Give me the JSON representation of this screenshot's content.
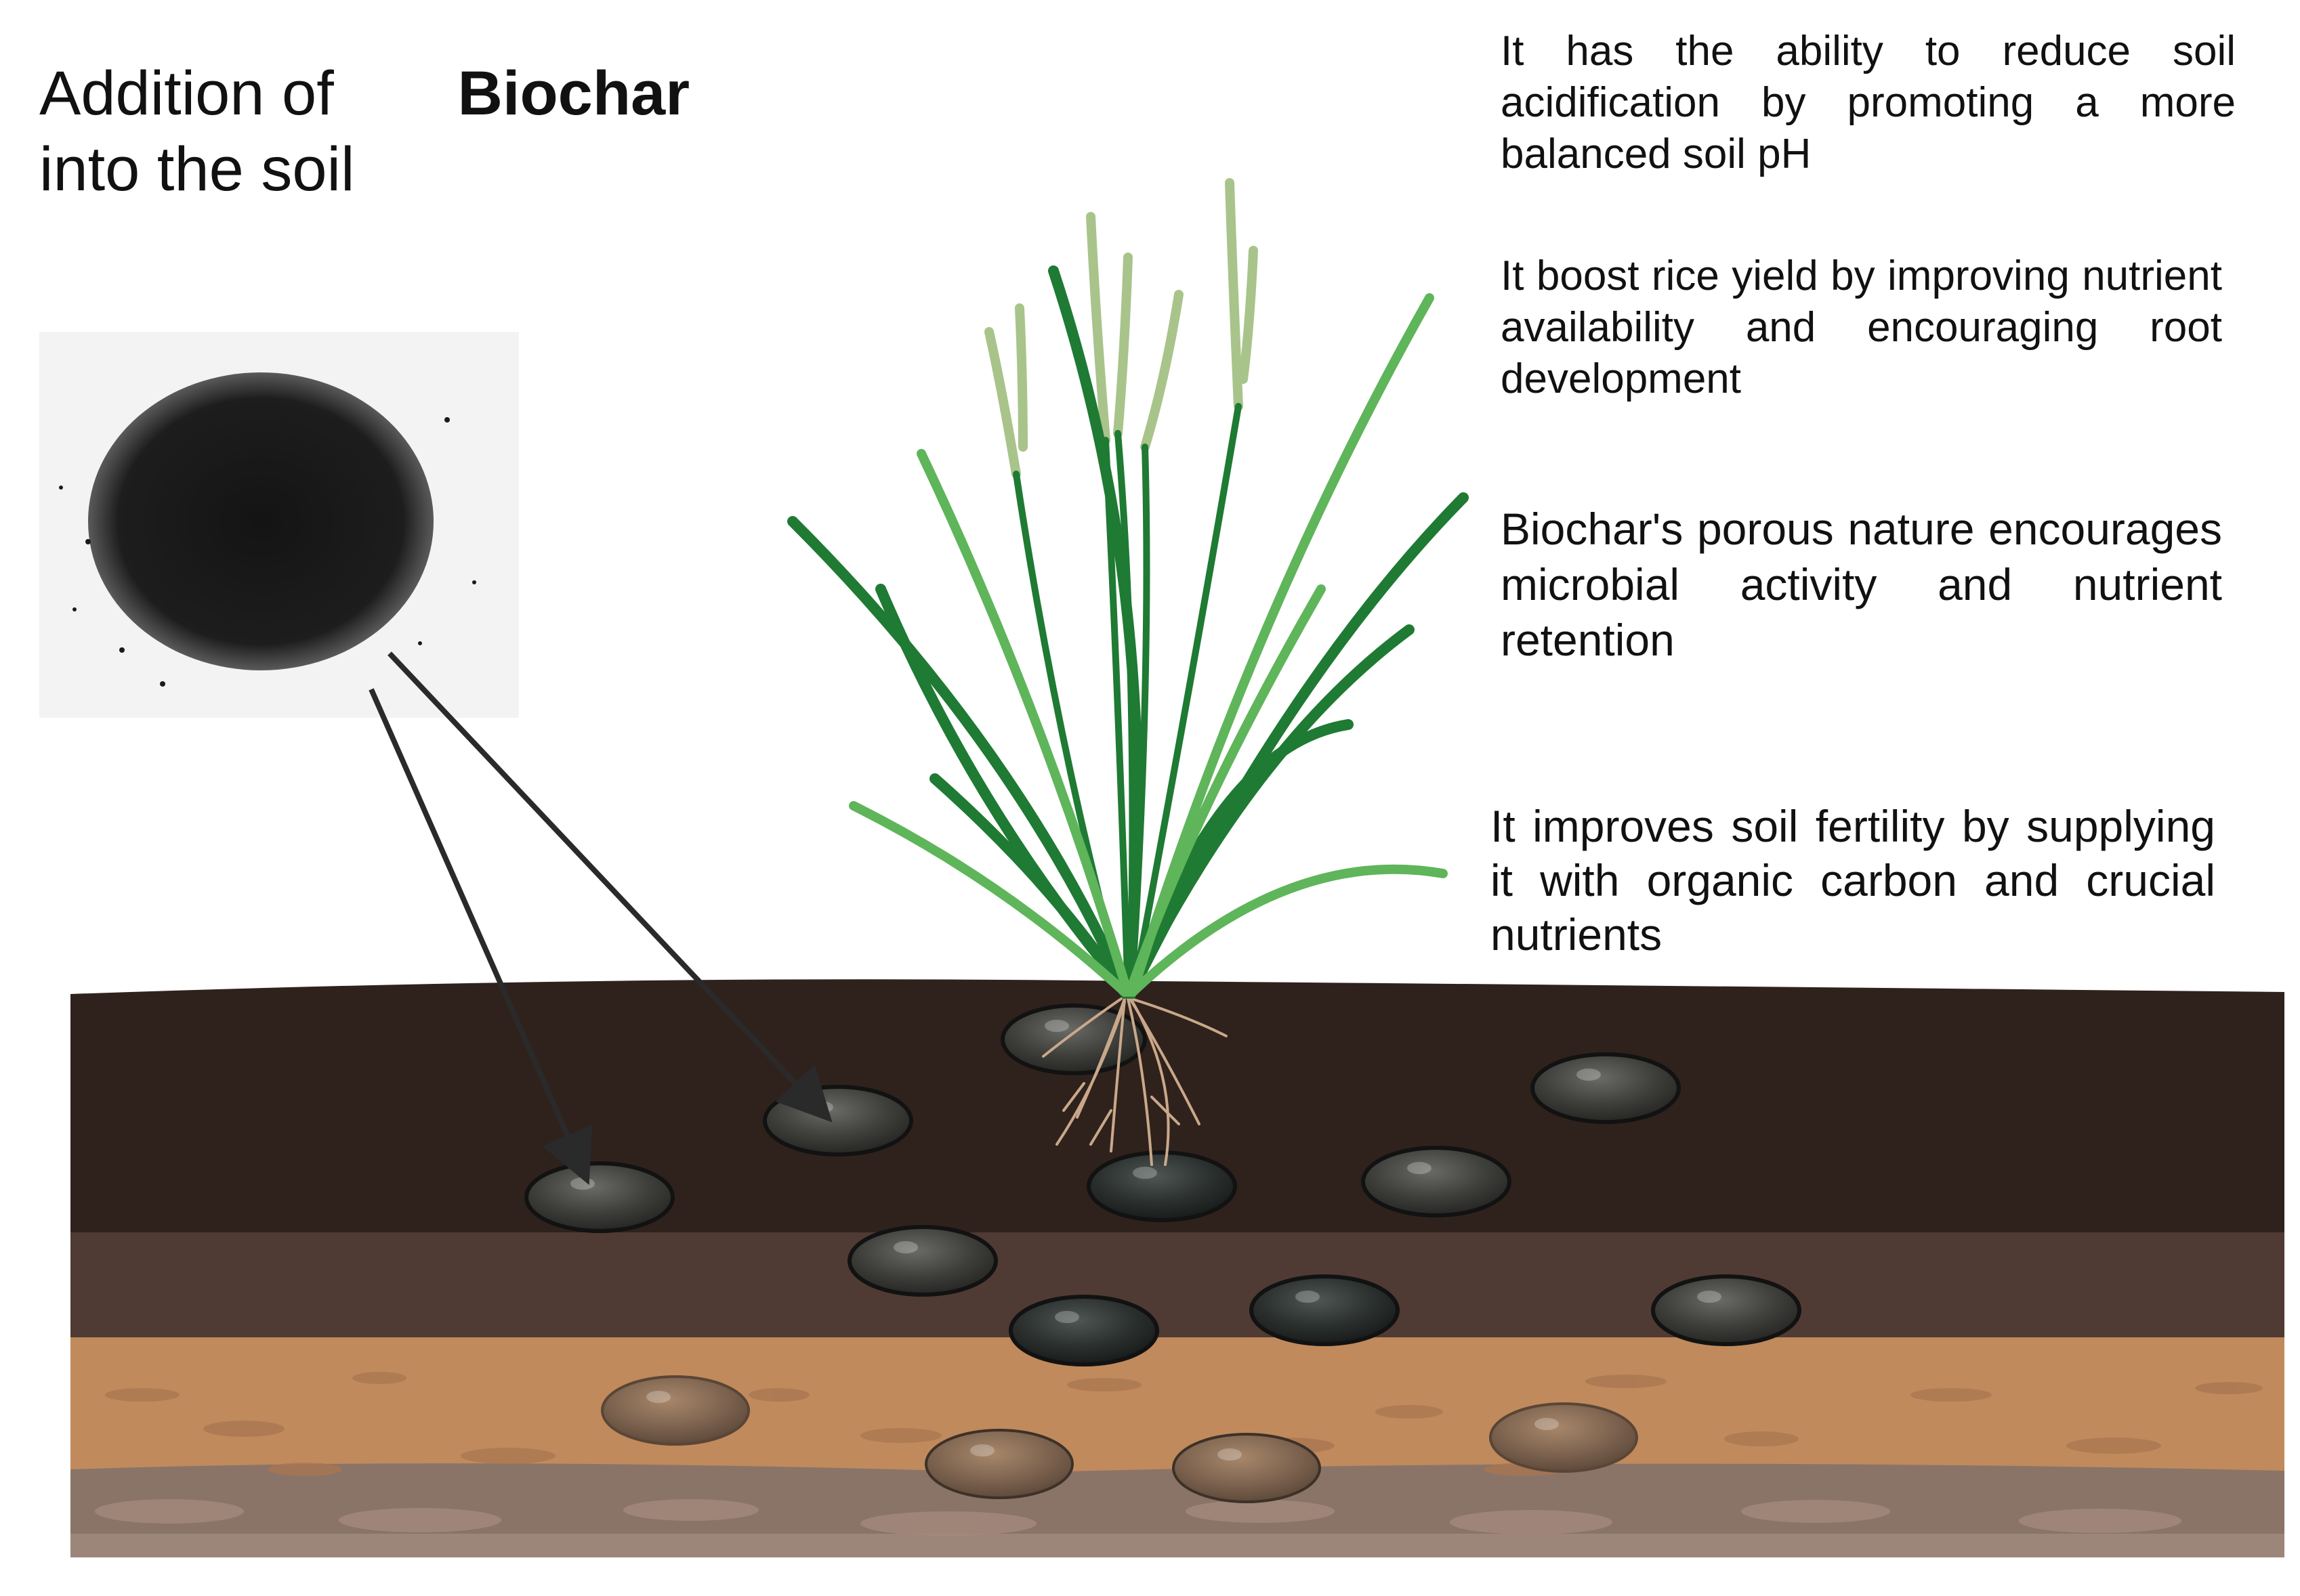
{
  "title": {
    "part1": "Addition of",
    "bold": "Biochar",
    "part2": "into the soil"
  },
  "benefits": [
    "It has the ability to reduce soil acidification by promoting a more balanced soil pH",
    "It boost rice yield by improving nutrient availability and encouraging root development",
    "Biochar's porous nature encourages microbial activity and nutrient retention",
    "It improves soil fertility by supplying it with organic carbon and crucial nutrients"
  ],
  "colors": {
    "topsoil": "#2f221d",
    "midsoil": "#4f3b34",
    "subsoil": "#c08a5c",
    "bedrock": "#8a7468",
    "leaf_dark": "#1f7a33",
    "leaf_light": "#5fb55a",
    "panicle": "#a8c48a",
    "root": "#c9a88a",
    "biochar_particle": "#3d3d3b"
  }
}
